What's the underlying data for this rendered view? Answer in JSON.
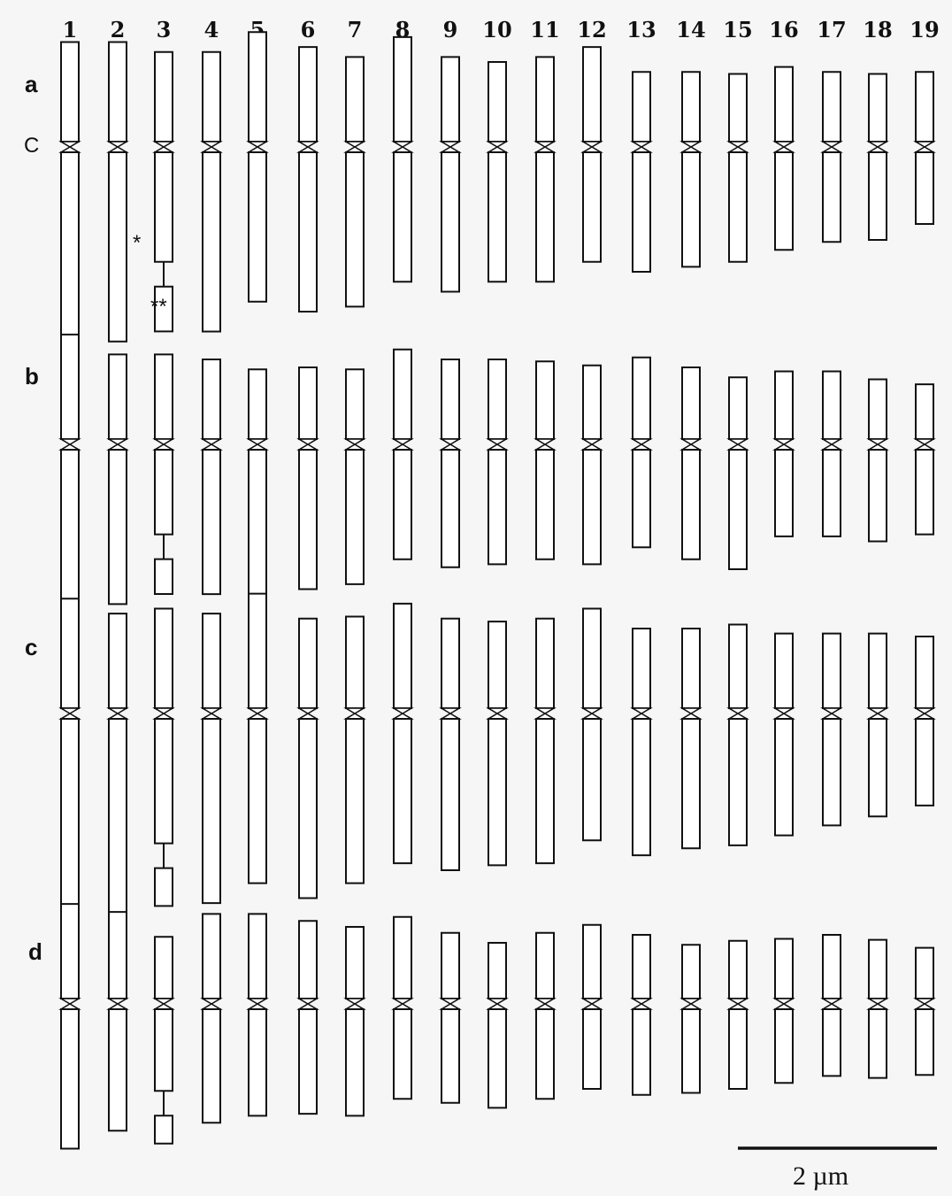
{
  "columns": [
    "1",
    "2",
    "3",
    "4",
    "5",
    "6",
    "7",
    "8",
    "9",
    "10",
    "11",
    "12",
    "13",
    "14",
    "15",
    "16",
    "17",
    "18",
    "19"
  ],
  "centromere_label": "C",
  "markers": {
    "single": "*",
    "double": "**"
  },
  "scale_bar": {
    "label": "2 µm",
    "length_um": 2
  },
  "satellite_chromosome": "3",
  "panels": [
    {
      "label": "a",
      "short_arm": [
        1.0,
        1.0,
        0.9,
        0.9,
        1.1,
        0.95,
        0.85,
        1.05,
        0.85,
        0.8,
        0.85,
        0.95,
        0.7,
        0.7,
        0.68,
        0.75,
        0.7,
        0.68,
        0.7
      ],
      "long_arm": [
        2.1,
        1.9,
        1.1,
        1.8,
        1.5,
        1.6,
        1.55,
        1.3,
        1.4,
        1.3,
        1.3,
        1.1,
        1.2,
        1.15,
        1.1,
        0.98,
        0.9,
        0.88,
        0.72
      ],
      "satellite": 0.45
    },
    {
      "label": "b",
      "short_arm": [
        1.05,
        0.85,
        0.85,
        0.8,
        0.7,
        0.72,
        0.7,
        0.9,
        0.8,
        0.8,
        0.78,
        0.74,
        0.82,
        0.72,
        0.62,
        0.68,
        0.68,
        0.6,
        0.55
      ],
      "long_arm": [
        1.65,
        1.55,
        0.85,
        1.45,
        1.5,
        1.4,
        1.35,
        1.1,
        1.18,
        1.15,
        1.1,
        1.15,
        0.98,
        1.1,
        1.2,
        0.87,
        0.87,
        0.92,
        0.85
      ],
      "satellite": 0.35
    },
    {
      "label": "c",
      "short_arm": [
        1.1,
        0.95,
        1.0,
        0.95,
        1.15,
        0.9,
        0.92,
        1.05,
        0.9,
        0.87,
        0.9,
        1.0,
        0.8,
        0.8,
        0.84,
        0.75,
        0.75,
        0.75,
        0.72
      ],
      "long_arm": [
        2.2,
        2.15,
        1.25,
        1.85,
        1.65,
        1.8,
        1.65,
        1.45,
        1.52,
        1.47,
        1.45,
        1.22,
        1.37,
        1.3,
        1.27,
        1.17,
        1.07,
        0.98,
        0.87
      ],
      "satellite": 0.38
    },
    {
      "label": "d",
      "short_arm": [
        0.95,
        0.87,
        0.62,
        0.85,
        0.85,
        0.78,
        0.72,
        0.82,
        0.66,
        0.56,
        0.66,
        0.74,
        0.64,
        0.54,
        0.58,
        0.6,
        0.64,
        0.59,
        0.51
      ],
      "long_arm": [
        1.4,
        1.22,
        0.82,
        1.14,
        1.07,
        1.05,
        1.07,
        0.9,
        0.94,
        0.99,
        0.9,
        0.8,
        0.86,
        0.84,
        0.8,
        0.74,
        0.67,
        0.69,
        0.66
      ],
      "satellite": 0.28
    }
  ]
}
